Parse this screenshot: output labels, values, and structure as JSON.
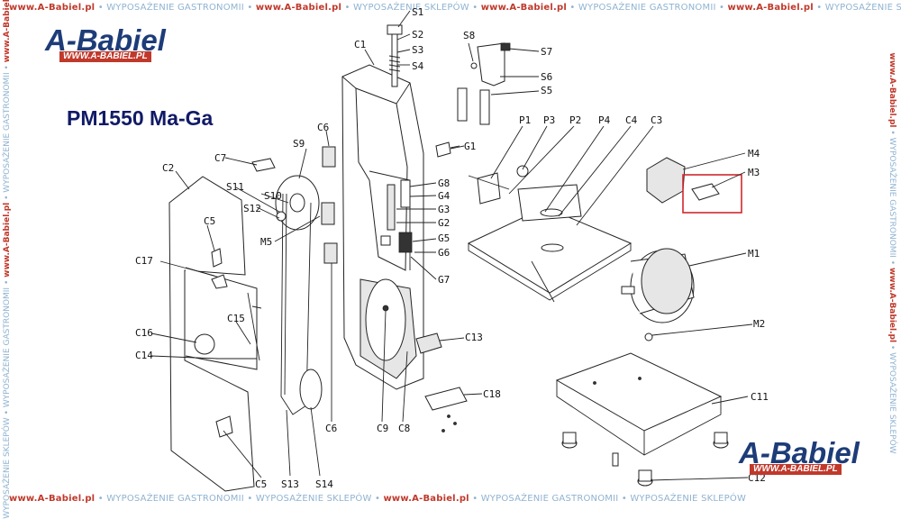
{
  "frame": {
    "site": "www.A-Babiel.pl",
    "phrase_1": "WYPOSAŻENIE GASTRONOMII",
    "phrase_2": "WYPOSAŻENIE SKLEPÓW",
    "separator": "•"
  },
  "logo": {
    "word": "A-Babiel",
    "url": "WWW.A-BABIEL.PL"
  },
  "model_title": "PM1550 Ma-Ga",
  "colors": {
    "brand_red": "#c0392b",
    "brand_blue": "#1d3c78",
    "title_navy": "#111a66",
    "highlight_box": "#d0282e"
  },
  "labels": {
    "S1": "S1",
    "S2": "S2",
    "S3": "S3",
    "S4": "S4",
    "S5": "S5",
    "S6": "S6",
    "S7": "S7",
    "S8": "S8",
    "S9": "S9",
    "S10": "S10",
    "S11": "S11",
    "S12": "S12",
    "S13": "S13",
    "S14": "S14",
    "C1": "C1",
    "C2": "C2",
    "C3": "C3",
    "C4": "C4",
    "C5a": "C5",
    "C5b": "C5",
    "C6a": "C6",
    "C6b": "C6",
    "C7": "C7",
    "C8": "C8",
    "C9": "C9",
    "C11": "C11",
    "C12": "C12",
    "C13": "C13",
    "C14": "C14",
    "C15": "C15",
    "C16": "C16",
    "C17": "C17",
    "C18": "C18",
    "G1": "G1",
    "G2": "G2",
    "G3": "G3",
    "G4": "G4",
    "G5": "G5",
    "G6": "G6",
    "G7": "G7",
    "G8": "G8",
    "P1": "P1",
    "P2": "P2",
    "P3": "P3",
    "P4": "P4",
    "M1": "M1",
    "M2": "M2",
    "M3": "M3",
    "M4": "M4",
    "M5": "M5"
  }
}
